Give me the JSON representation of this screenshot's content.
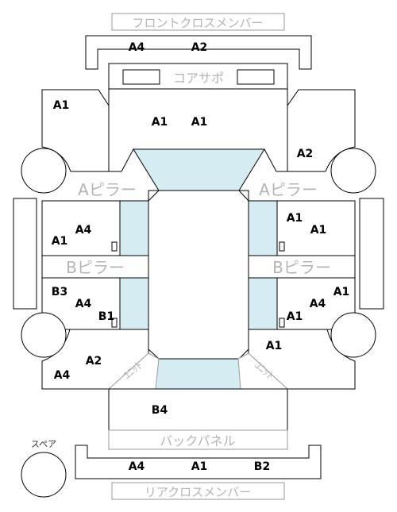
{
  "parts": {
    "front_cross_member": "フロントクロスメンバー",
    "core_support": "コアサポ",
    "a_pillar": "Aピラー",
    "b_pillar": "Bピラー",
    "back_panel": "バックパネル",
    "rear_cross_member": "リアクロスメンバー",
    "spare": "スペア",
    "unit_left": "ﾕﾆｯﾄ",
    "unit_right": "ﾕﾆｯﾄ"
  },
  "ratings": {
    "front_member_left": "A4",
    "front_member_right": "A2",
    "hood_left": "A1",
    "hood_right": "A1",
    "front_fender_left": "A1",
    "front_fender_right": "A2",
    "front_door_left_a": "A4",
    "front_door_left_b": "A1",
    "front_door_right_a": "A1",
    "front_door_right_b": "A1",
    "rear_door_left_a": "B3",
    "rear_door_left_b": "A4",
    "rear_door_left_c": "B1",
    "rear_door_right_a": "A1",
    "rear_door_right_b": "A4",
    "rear_door_right_c": "A1",
    "rear_fender_left_a": "A2",
    "rear_fender_left_b": "A4",
    "rear_fender_right": "A1",
    "trunk": "B4",
    "rear_member_left": "A4",
    "rear_member_center": "A1",
    "rear_member_right": "B2"
  }
}
